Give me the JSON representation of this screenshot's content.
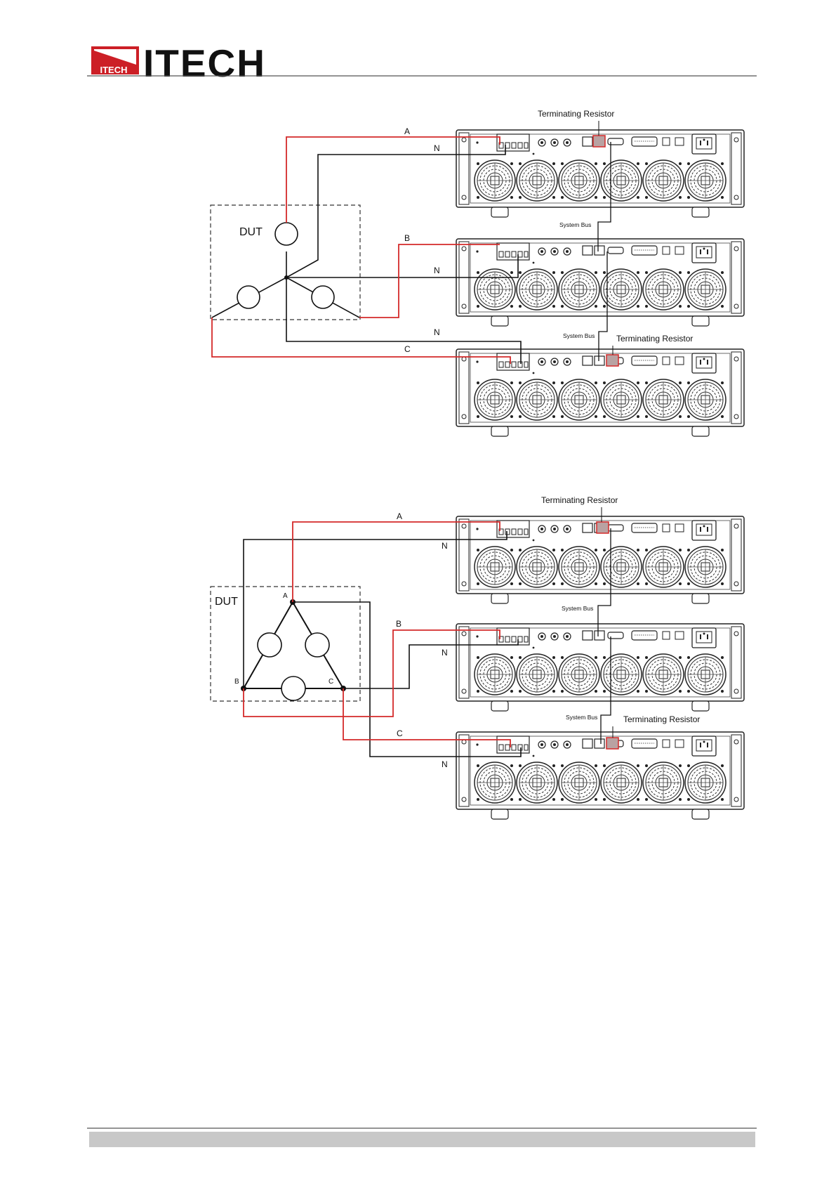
{
  "header": {
    "logo_small_text": "ITECH",
    "logo_text": "ITECH"
  },
  "diagram1": {
    "dut_label": "DUT",
    "wire_a": "A",
    "wire_b": "B",
    "wire_c": "C",
    "wire_n_top": "N",
    "wire_n_mid": "N",
    "wire_n_bot": "N",
    "terminating_resistor_top": "Terminating Resistor",
    "terminating_resistor_bottom": "Terminating Resistor",
    "system_bus_1": "System Bus",
    "system_bus_2": "System Bus"
  },
  "diagram2": {
    "dut_label": "DUT",
    "wire_a": "A",
    "wire_b": "B",
    "wire_c": "C",
    "wire_n_top": "N",
    "wire_n_mid": "N",
    "wire_n_bot": "N",
    "node_a": "A",
    "node_b": "B",
    "node_c": "C",
    "terminating_resistor_top": "Terminating Resistor",
    "terminating_resistor_bottom": "Terminating Resistor",
    "system_bus_1": "System Bus",
    "system_bus_2": "System Bus"
  },
  "colors": {
    "phase_wire": "#d42a2a",
    "neutral_wire": "#111111",
    "brand_red": "#cc1f26",
    "footer_bar": "#c8c8c8"
  }
}
